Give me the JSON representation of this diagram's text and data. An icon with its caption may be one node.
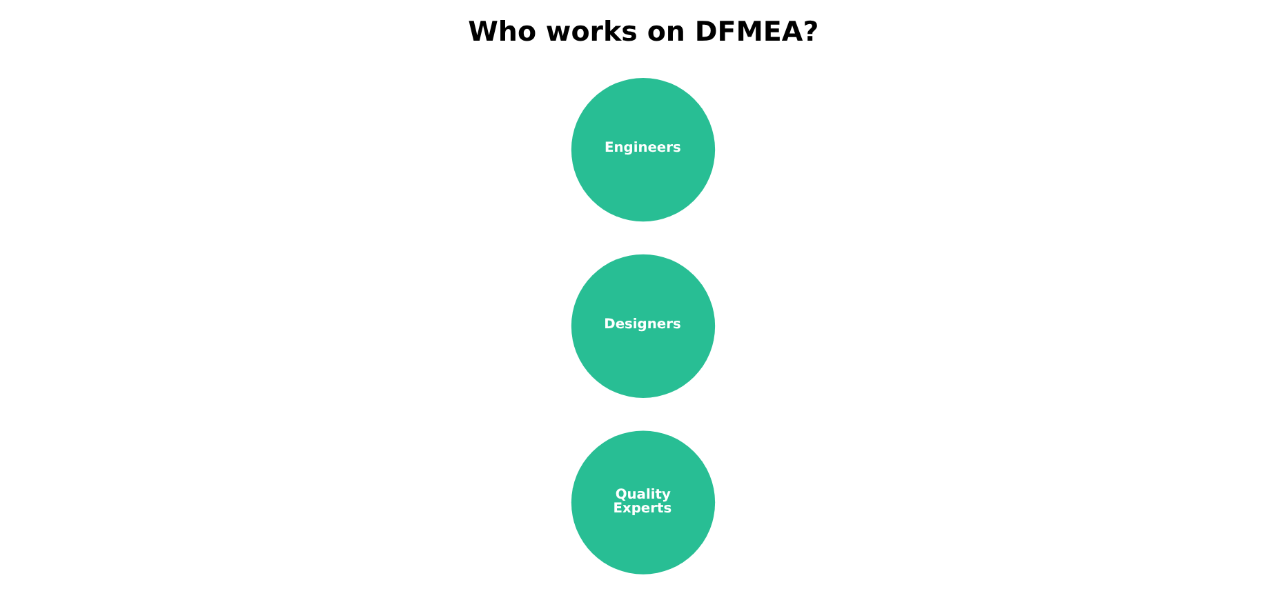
{
  "diagram": {
    "title": "Who works on DFMEA?",
    "nodes": [
      {
        "text": [
          "Engineers"
        ]
      },
      {
        "text": [
          "Designers"
        ]
      },
      {
        "text": [
          "Quality Experts"
        ]
      }
    ]
  }
}
